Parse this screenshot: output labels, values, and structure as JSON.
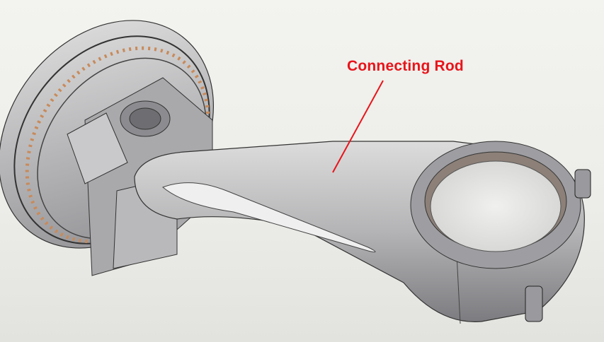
{
  "diagram": {
    "callout_label": "Connecting Rod",
    "callout_color": "#e8141a",
    "parts": [
      "piston",
      "piston-rings",
      "connecting-rod",
      "big-end-bearing",
      "rod-bolts"
    ]
  }
}
